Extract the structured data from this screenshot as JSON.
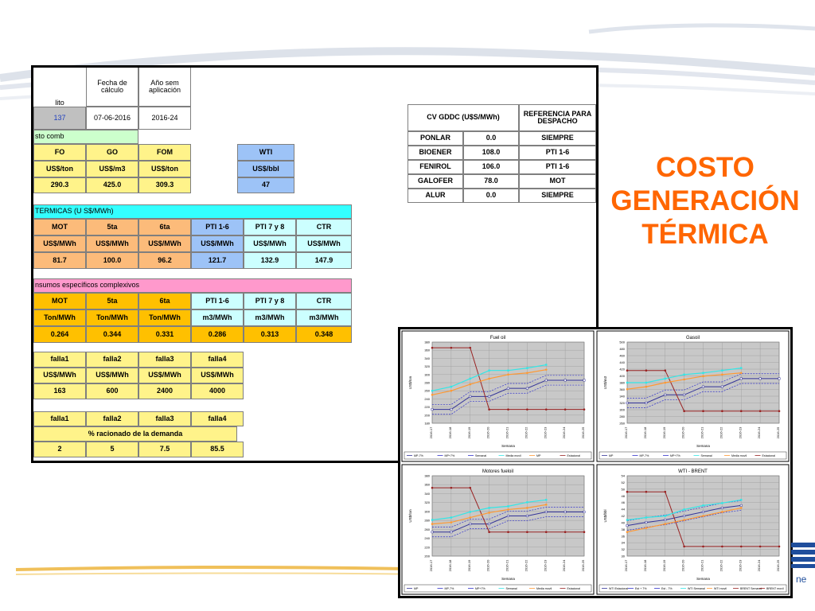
{
  "slide": {
    "title_lines": [
      "COSTO",
      "GENERACIÓN",
      "TÉRMICA"
    ]
  },
  "sheet": {
    "head": {
      "col1": "lito",
      "col2": "Fecha de\ncálculo",
      "col3": "Año sem\naplicación",
      "row": [
        "137",
        "07-06-2016",
        "2016-24"
      ]
    },
    "costo_comb_label": "sto comb",
    "fuel": {
      "headers": [
        "FO",
        "GO",
        "FOM",
        "WTI"
      ],
      "units": [
        "US$/ton",
        "US$/m3",
        "US$/ton",
        "US$/bbl"
      ],
      "values": [
        "290.3",
        "425.0",
        "309.3",
        "47"
      ]
    },
    "termicas": {
      "label": "TERMICAS (U S$/MWh)",
      "headers": [
        "MOT",
        "5ta",
        "6ta",
        "PTI 1-6",
        "PTI 7 y 8",
        "CTR"
      ],
      "units": [
        "US$/MWh",
        "US$/MWh",
        "US$/MWh",
        "US$/MWh",
        "US$/MWh",
        "US$/MWh"
      ],
      "values": [
        "81.7",
        "100.0",
        "96.2",
        "121.7",
        "132.9",
        "147.9"
      ]
    },
    "insumos": {
      "label": "nsumos específicos complexivos",
      "headers": [
        "MOT",
        "5ta",
        "6ta",
        "PTI 1-6",
        "PTI 7 y 8",
        "CTR"
      ],
      "units": [
        "Ton/MWh",
        "Ton/MWh",
        "Ton/MWh",
        "m3/MWh",
        "m3/MWh",
        "m3/MWh"
      ],
      "values": [
        "0.264",
        "0.344",
        "0.331",
        "0.286",
        "0.313",
        "0.348"
      ]
    },
    "falla": {
      "headers": [
        "falla1",
        "falla2",
        "falla3",
        "falla4"
      ],
      "units": [
        "US$/MWh",
        "US$/MWh",
        "US$/MWh",
        "US$/MWh"
      ],
      "values": [
        "163",
        "600",
        "2400",
        "4000"
      ]
    },
    "racionado": {
      "headers": [
        "falla1",
        "falla2",
        "falla3",
        "falla4"
      ],
      "label": "% racionado de la demanda",
      "values": [
        "2",
        "5",
        "7.5",
        "85.5"
      ]
    },
    "cv": {
      "header": [
        "CV GDDC (U$S/MWh)",
        "REFERENCIA PARA\nDESPACHO"
      ],
      "rows": [
        [
          "PONLAR",
          "0.0",
          "SIEMPRE"
        ],
        [
          "BIOENER",
          "108.0",
          "PTI 1-6"
        ],
        [
          "FENIROL",
          "106.0",
          "PTI 1-6"
        ],
        [
          "GALOFER",
          "78.0",
          "MOT"
        ],
        [
          "ALUR",
          "0.0",
          "SIEMPRE"
        ]
      ]
    }
  },
  "charts": [
    {
      "title": "Fuel oil",
      "ylabel": "US$/ton",
      "xlabel": "Semana",
      "ytick_labels": [
        "180",
        "200",
        "220",
        "240",
        "260",
        "280",
        "300",
        "320",
        "340",
        "360",
        "380"
      ],
      "xtick_labels": [
        "2016-17",
        "2016-18",
        "2016-19",
        "2016-20",
        "2016-21",
        "2016-22",
        "2016-23",
        "2016-24",
        "2016-25"
      ],
      "legend": [
        "MP-7%",
        "MP+7%",
        "Semanal",
        "Media movil",
        "MP",
        "Estacional"
      ]
    },
    {
      "title": "Gasoil",
      "ylabel": "US$/m3",
      "xlabel": "Semana",
      "ytick_labels": [
        "260",
        "280",
        "300",
        "320",
        "340",
        "360",
        "380",
        "400",
        "420",
        "440",
        "460",
        "480",
        "500"
      ],
      "xtick_labels": [
        "2016-17",
        "2016-18",
        "2016-19",
        "2016-20",
        "2016-21",
        "2016-22",
        "2016-23",
        "2016-24",
        "2016-25"
      ],
      "legend": [
        "MP",
        "MP-7%",
        "MP+7%",
        "Semanal",
        "Media movil",
        "Estacional"
      ]
    },
    {
      "title": "Motores fueloil",
      "ylabel": "US$/ton",
      "xlabel": "Semana",
      "ytick_labels": [
        "200",
        "220",
        "240",
        "260",
        "280",
        "300",
        "320",
        "340",
        "360",
        "380"
      ],
      "xtick_labels": [
        "2016-17",
        "2016-18",
        "2016-19",
        "2016-20",
        "2016-21",
        "2016-22",
        "2016-23",
        "2016-24",
        "2016-25"
      ],
      "legend": [
        "MP",
        "MP-7%",
        "MP+7%",
        "Semanal",
        "Media movil",
        "Estacional"
      ]
    },
    {
      "title": "WTI - BRENT",
      "ylabel": "US$/bbl",
      "xlabel": "Semana",
      "ytick_labels": [
        "30",
        "32",
        "34",
        "36",
        "38",
        "40",
        "42",
        "44",
        "46",
        "48",
        "50",
        "52",
        "54"
      ],
      "xtick_labels": [
        "2016-17",
        "2016-18",
        "2016-19",
        "2016-20",
        "2016-21",
        "2016-22",
        "2016-23",
        "2016-24",
        "2016-25"
      ],
      "legend": [
        "WTI Estacional",
        "Est + 7%",
        "Est - 7%",
        "WTI Semanal",
        "WTI movil",
        "BRENT Semanal",
        "BRENT movil"
      ]
    }
  ],
  "colors": {
    "title": "#ff6600",
    "yellow": "#fff38a",
    "green": "#ccffcc",
    "orange": "#fcbb7a",
    "blue": "#9dc3f7",
    "cyan": "#ccffff",
    "gold": "#ffc000",
    "pink": "#ff99cc"
  }
}
